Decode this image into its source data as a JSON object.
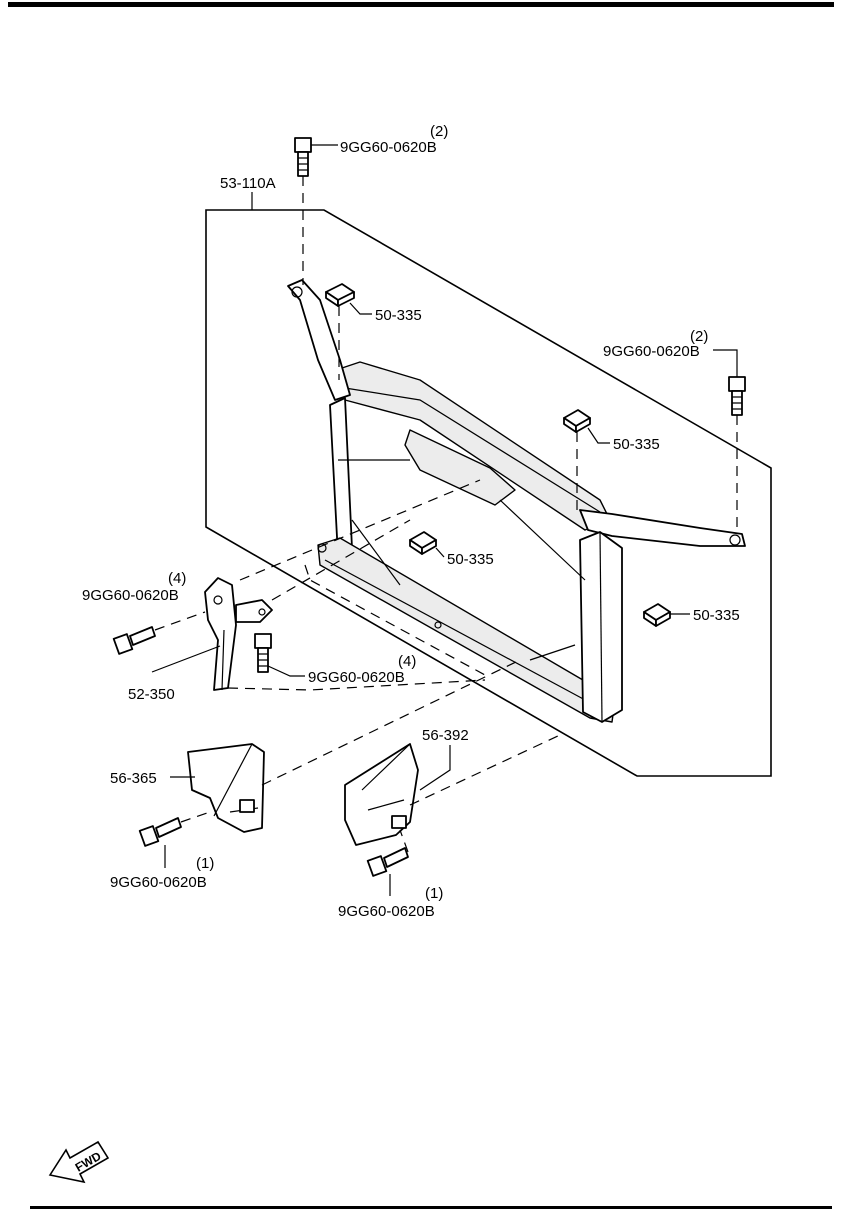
{
  "labels": {
    "assembly": "53-110A",
    "bolt_top_qty": "(2)",
    "bolt_top_part": "9GG60-0620B",
    "bolt_right_qty": "(2)",
    "bolt_right_part": "9GG60-0620B",
    "nut_a": "50-335",
    "nut_b": "50-335",
    "nut_c": "50-335",
    "nut_d": "50-335",
    "bolt_left_qty": "(4)",
    "bolt_left_part": "9GG60-0620B",
    "bracket": "52-350",
    "bolt_mid_qty": "(4)",
    "bolt_mid_part": "9GG60-0620B",
    "cover_left": "56-365",
    "cover_right": "56-392",
    "bolt_bl_qty": "(1)",
    "bolt_bl_part": "9GG60-0620B",
    "bolt_br_qty": "(1)",
    "bolt_br_part": "9GG60-0620B",
    "fwd": "FWD"
  }
}
